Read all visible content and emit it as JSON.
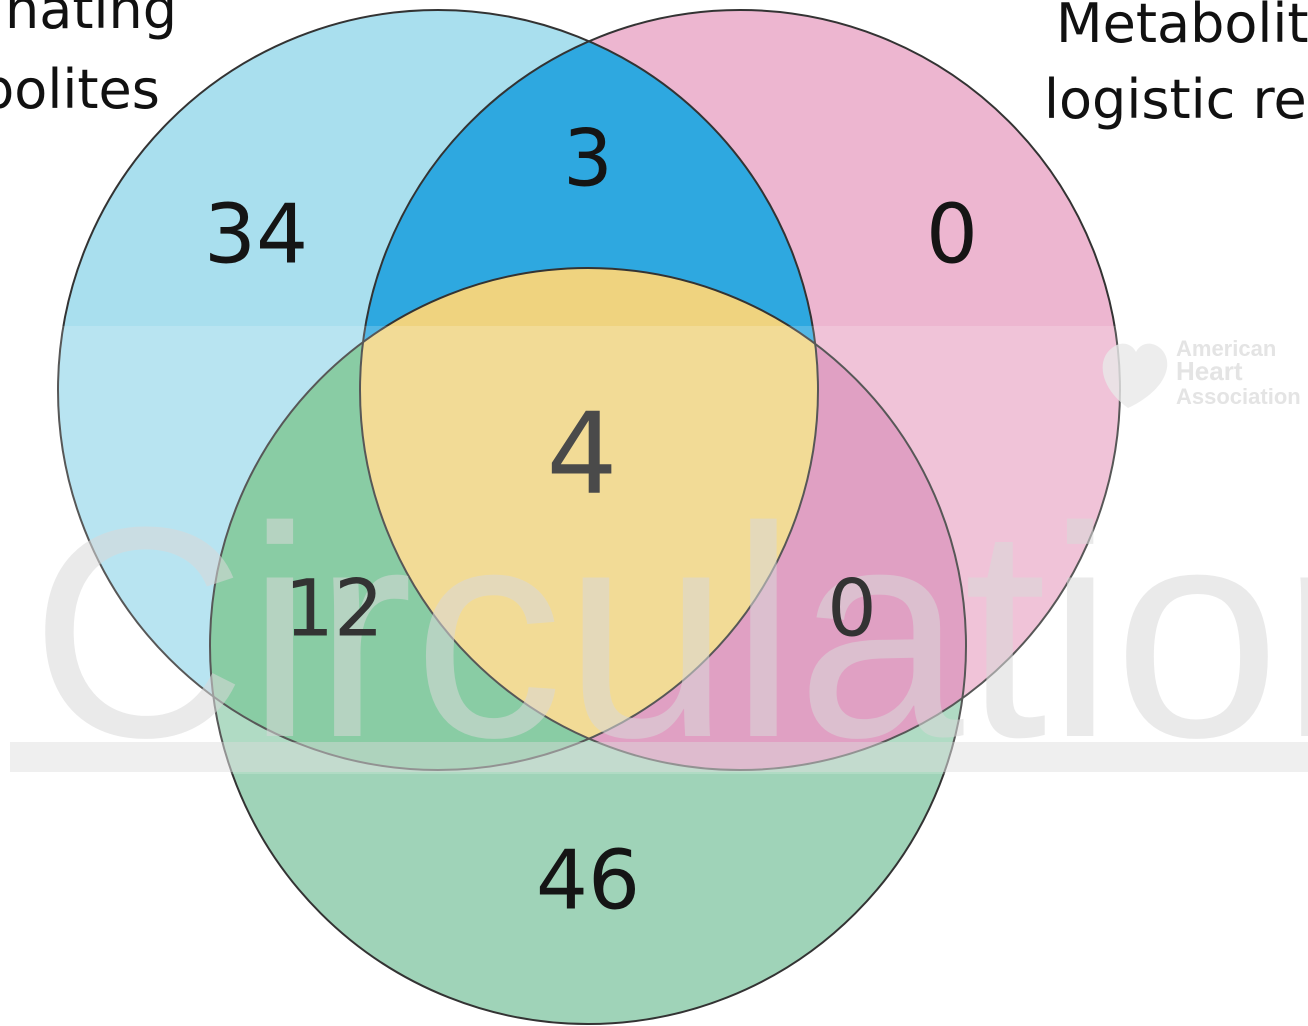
{
  "sets": {
    "left": {
      "label_lines": [
        "inating",
        "bolites"
      ],
      "color": "#a9dfee"
    },
    "right": {
      "label_lines": [
        "Metabolit",
        "logistic reg"
      ],
      "color": "#edb6d0"
    },
    "bottom": {
      "label_lines": [],
      "color": "#9fd3b8"
    }
  },
  "regions": {
    "left_only": "34",
    "right_only": "0",
    "left_right": "3",
    "center": "4",
    "left_bottom": "12",
    "right_bottom": "0",
    "bottom_only": "46"
  },
  "region_colors": {
    "left_right": "#2ea8e0",
    "center": "#efd37f",
    "left_bottom": "#6fc190",
    "right_bottom": "#d98cb6"
  },
  "watermark": {
    "word": "Circulation",
    "logo_lines": [
      "American",
      "Heart",
      "Association"
    ]
  }
}
